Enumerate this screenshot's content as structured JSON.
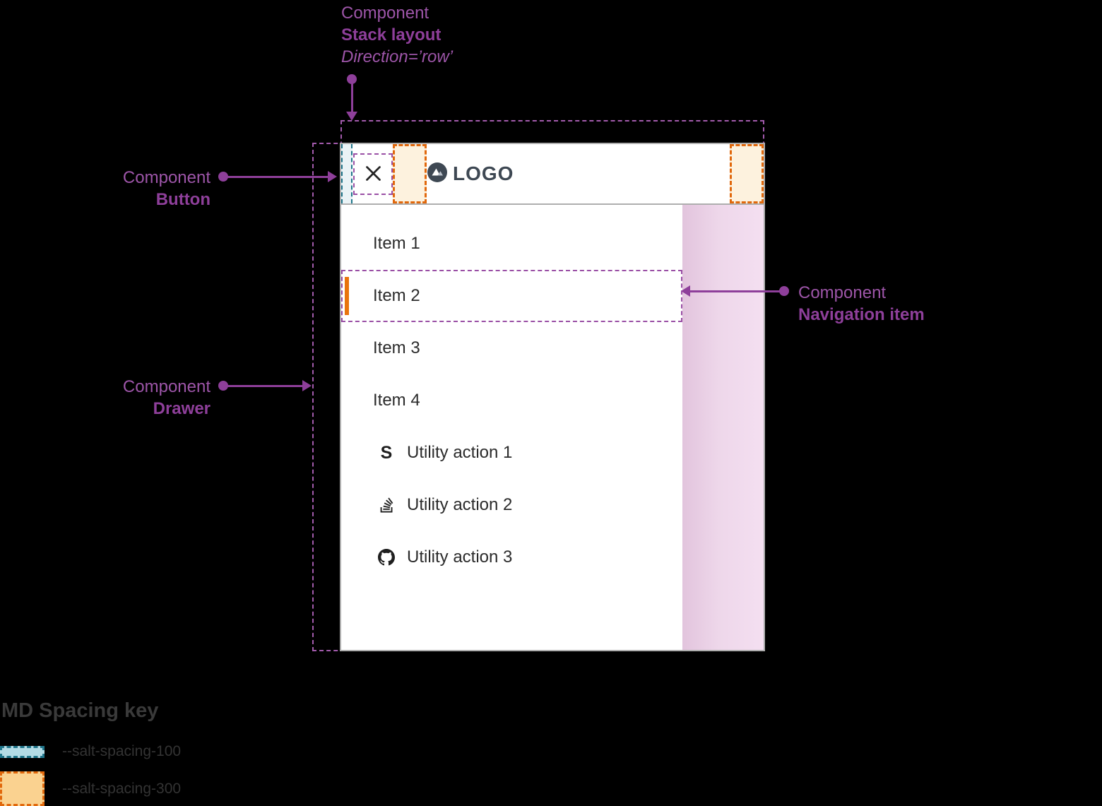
{
  "annotations": {
    "stack_layout": {
      "eyebrow": "Component",
      "name": "Stack layout",
      "detail": "Direction=’row’"
    },
    "button": {
      "eyebrow": "Component",
      "name": "Button"
    },
    "drawer": {
      "eyebrow": "Component",
      "name": "Drawer"
    },
    "navigation_item": {
      "eyebrow": "Component",
      "name": "Navigation item"
    }
  },
  "header": {
    "logo_text": "LOGO",
    "close_icon": "x-close-icon"
  },
  "drawer": {
    "items": [
      {
        "label": "Item 1",
        "active": false
      },
      {
        "label": "Item 2",
        "active": true
      },
      {
        "label": "Item 3",
        "active": false
      },
      {
        "label": "Item 4",
        "active": false
      }
    ],
    "utilities": [
      {
        "icon": "symphony-icon",
        "glyph": "S",
        "label": "Utility action 1"
      },
      {
        "icon": "stack-overflow-icon",
        "label": "Utility action 2"
      },
      {
        "icon": "github-icon",
        "label": "Utility action 3"
      }
    ]
  },
  "legend": {
    "title": "MD Spacing key",
    "items": [
      {
        "token": "--salt-spacing-100",
        "fill": "#b3dbe5",
        "border": "#20768b"
      },
      {
        "token": "--salt-spacing-300",
        "fill": "#fad290",
        "border": "#e1680c"
      }
    ]
  },
  "colors": {
    "annotation_purple": "#8e3f9a",
    "teal_border": "#20768b",
    "teal_fill": "#eaf3f6",
    "orange_border": "#e1680c",
    "orange_fill": "#fdf2de",
    "active_indicator": "#e8740c",
    "logo_slate": "#3e4853",
    "backdrop_pink": "#eed7ea",
    "window_border": "#aeaeae"
  }
}
